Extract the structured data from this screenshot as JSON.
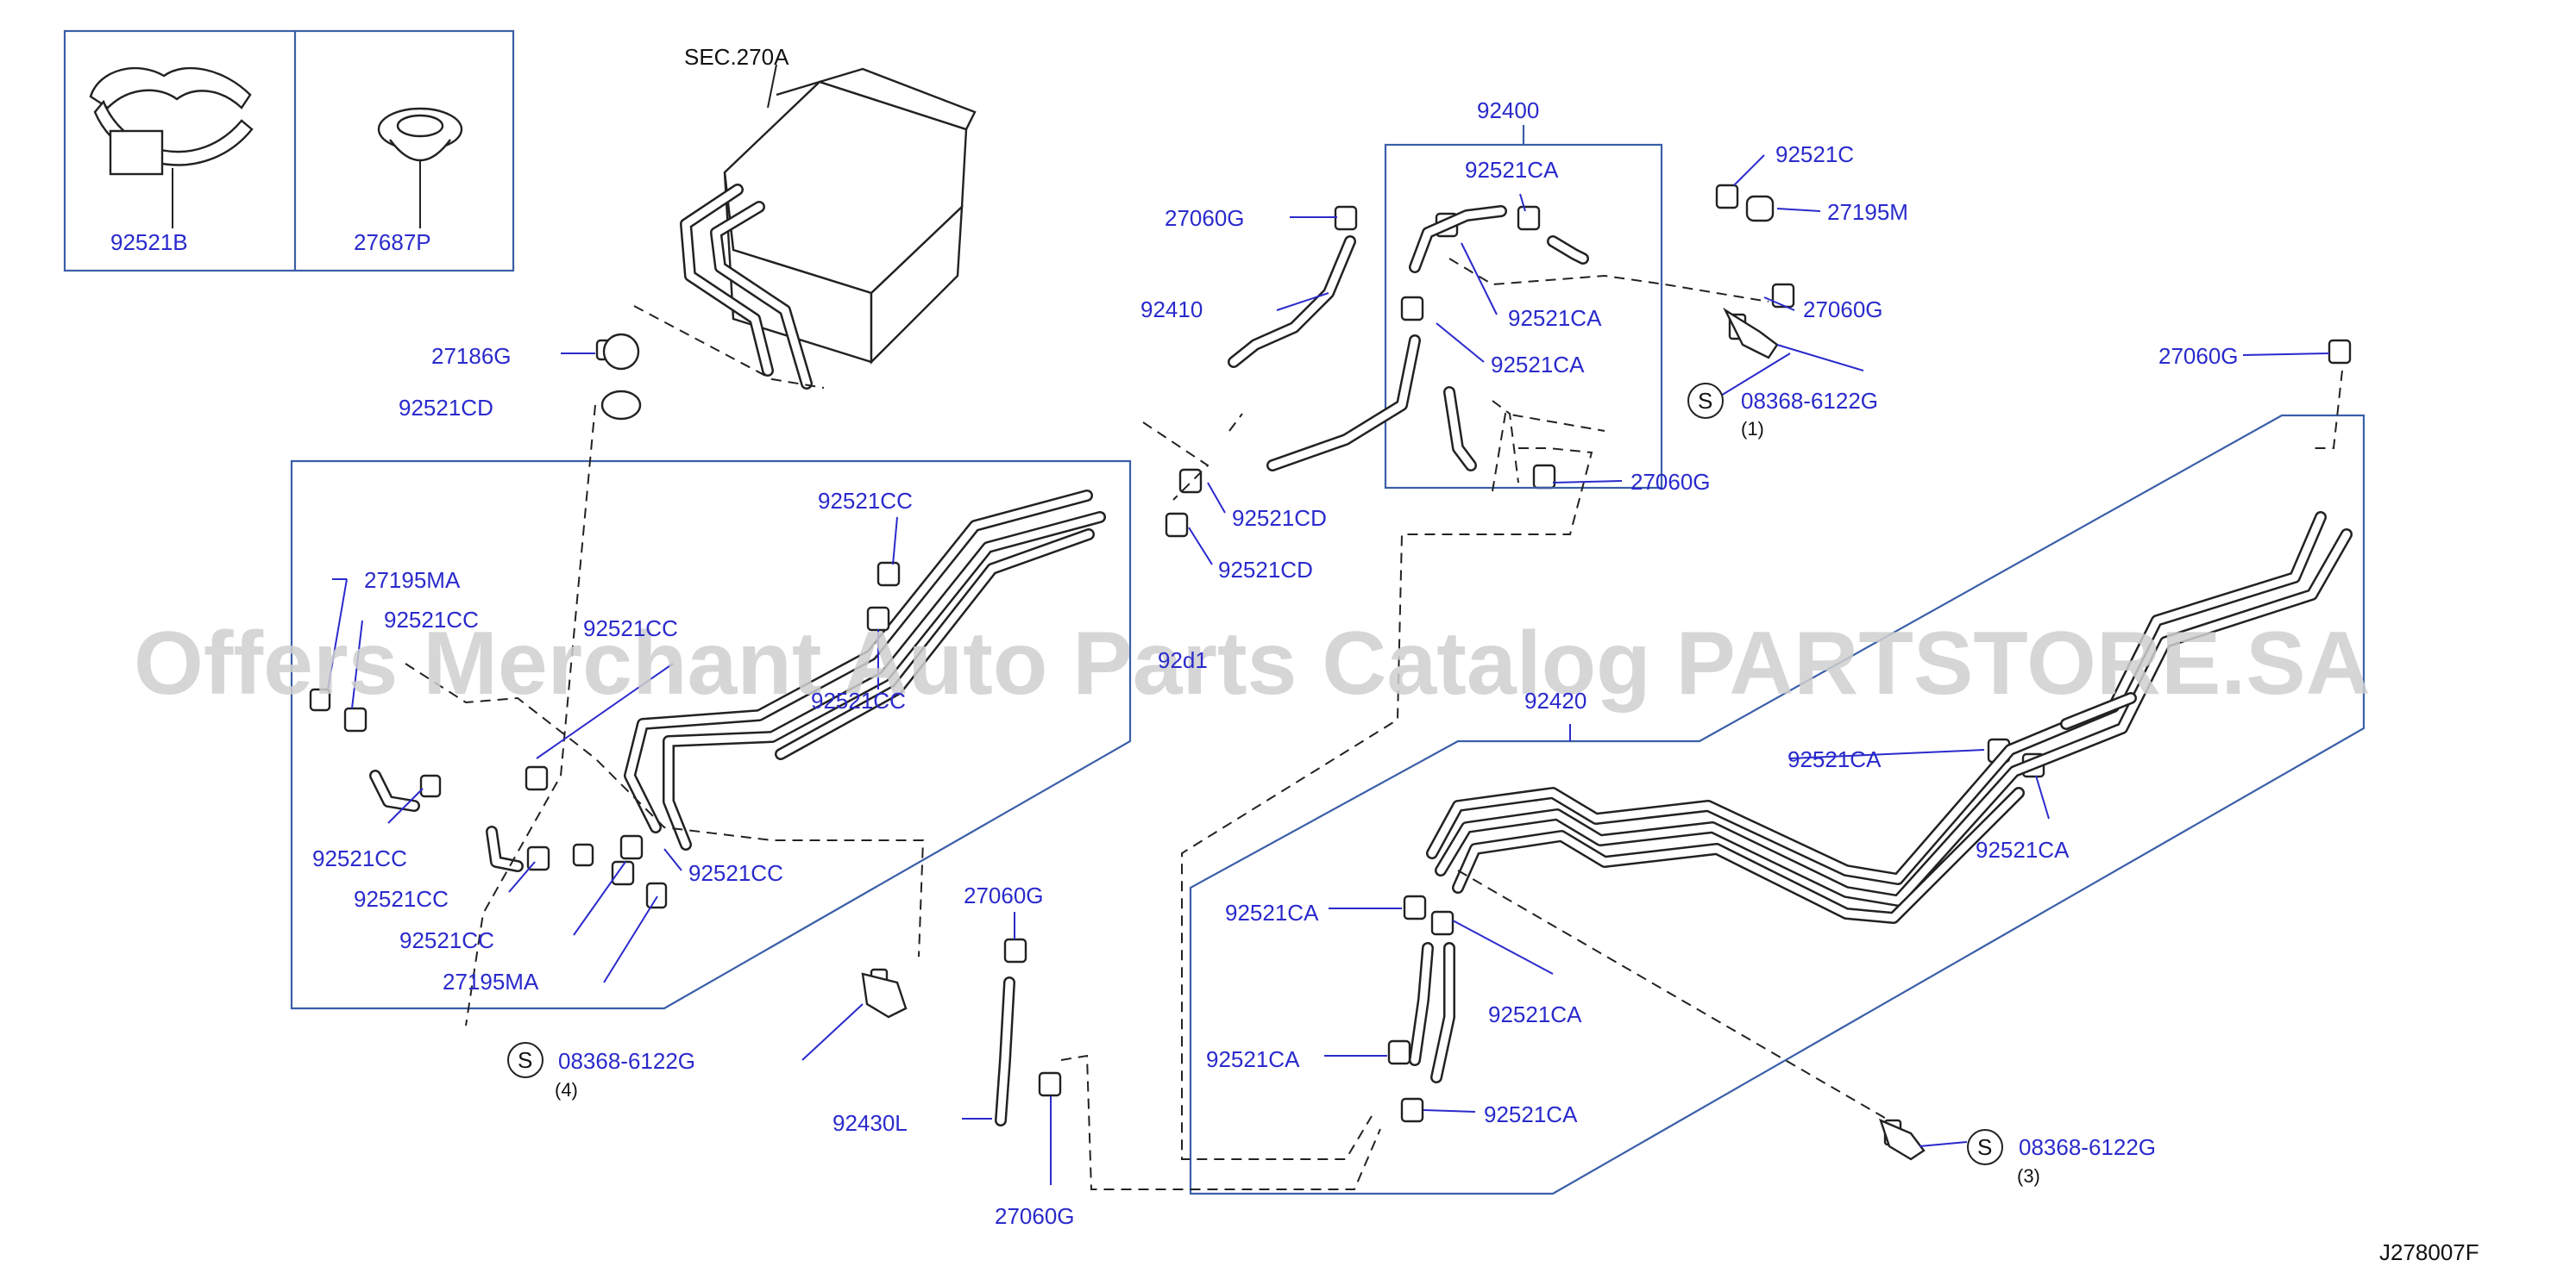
{
  "diagram": {
    "sec_label": "SEC.270A",
    "figure_id": "J278007F",
    "watermark": "Offers Merchant Auto Parts Catalog PARTSTORE.SA",
    "inset_labels": {
      "left": "92521B",
      "right": "27687P"
    },
    "groups": {
      "upper_right": "92400",
      "lower_right": "92420",
      "left_hidden": "92d1"
    },
    "labels": {
      "l_27186G": "27186G",
      "l_92521CD_a": "92521CD",
      "l_27195MA_a": "27195MA",
      "l_92521CC_a": "92521CC",
      "l_92521CC_b": "92521CC",
      "l_92521CC_c": "92521CC",
      "l_92521CC_d": "92521CC",
      "l_92521CC_e": "92521CC",
      "l_92521CC_f": "92521CC",
      "l_92521CC_g": "92521CC",
      "l_92521CC_h": "92521CC",
      "l_27195MA_b": "27195MA",
      "l_27060G_a": "27060G",
      "l_92410": "92410",
      "l_92521CA_a": "92521CA",
      "l_92521CA_b": "92521CA",
      "l_92521CA_c": "92521CA",
      "l_92521C": "92521C",
      "l_27195M": "27195M",
      "l_27060G_b": "27060G",
      "l_08368_1": "08368-6122G",
      "l_08368_1_qty": "(1)",
      "l_92521CD_b": "92521CD",
      "l_92521CD_c": "92521CD",
      "l_27060G_c": "27060G",
      "l_27060G_d": "27060G",
      "l_92521CA_d": "92521CA",
      "l_92521CA_e": "92521CA",
      "l_92521CA_f": "92521CA",
      "l_92521CA_g": "92521CA",
      "l_92521CA_h": "92521CA",
      "l_92521CA_i": "92521CA",
      "l_27060G_e": "27060G",
      "l_92430L": "92430L",
      "l_27060G_f": "27060G",
      "l_08368_4": "08368-6122G",
      "l_08368_4_qty": "(4)",
      "l_08368_3": "08368-6122G",
      "l_08368_3_qty": "(3)",
      "s_symbol": "S"
    }
  }
}
